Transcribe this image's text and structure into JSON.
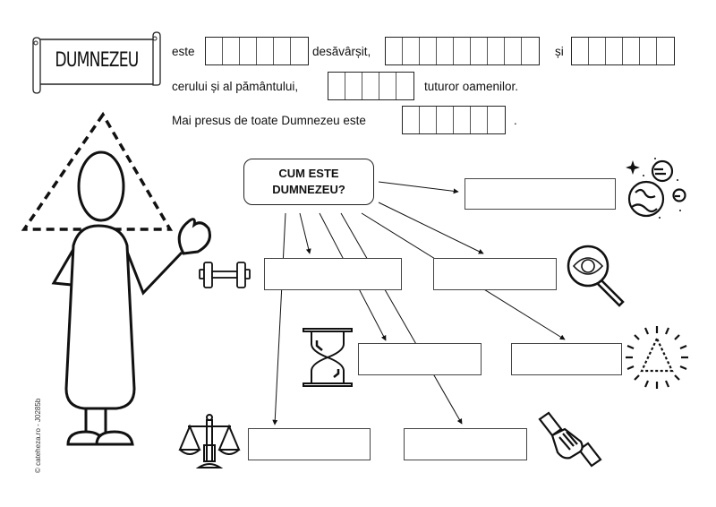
{
  "title_scroll": {
    "label": "DUMNEZEU"
  },
  "sentence1": {
    "words": [
      "este",
      "desăvârșit,",
      "și"
    ],
    "blanks": [
      6,
      9,
      6
    ]
  },
  "sentence2": {
    "words": [
      "cerului și al pământului,",
      "tuturor oamenilor."
    ],
    "blanks": [
      5
    ]
  },
  "sentence3": {
    "words": [
      "Mai presus de toate Dumnezeu este",
      "."
    ],
    "blanks": [
      6
    ]
  },
  "diagram": {
    "question": "CUM ESTE DUMNEZEU?",
    "question_line1": "CUM ESTE",
    "question_line2": "DUMNEZEU?",
    "answer_boxes": [
      {
        "id": "creator",
        "icon": "planets-icon",
        "value": ""
      },
      {
        "id": "almighty",
        "icon": "dumbbell-icon",
        "value": ""
      },
      {
        "id": "all-seeing",
        "icon": "magnifier-eye-icon",
        "value": ""
      },
      {
        "id": "eternal",
        "icon": "hourglass-icon",
        "value": ""
      },
      {
        "id": "trinity",
        "icon": "radiant-triangle-icon",
        "value": ""
      },
      {
        "id": "just",
        "icon": "scales-icon",
        "value": ""
      },
      {
        "id": "helper",
        "icon": "handshake-icon",
        "value": ""
      }
    ]
  },
  "footer": {
    "copyright": "© cateheza.ro - J0285b"
  }
}
